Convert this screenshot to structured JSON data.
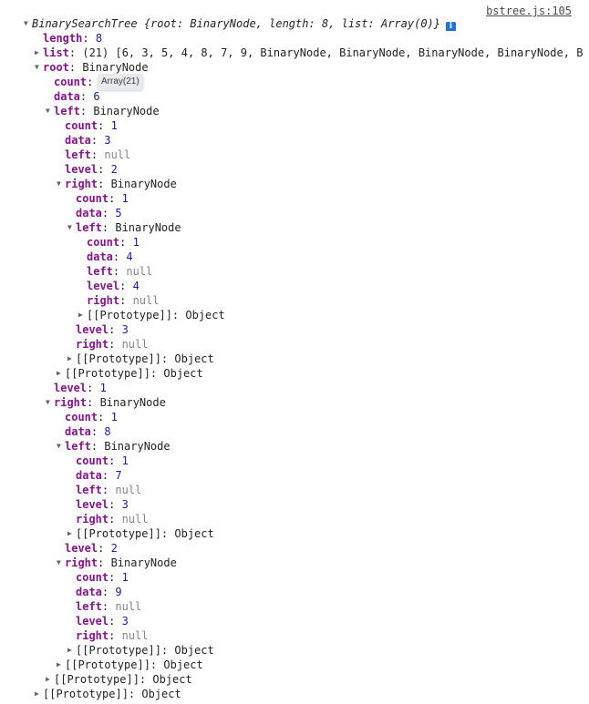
{
  "source": {
    "link_text": "bstree.js:105"
  },
  "tooltip": {
    "text": "Array(21)"
  },
  "icons": {
    "expanded": "triangle-down-icon",
    "collapsed": "triangle-right-icon",
    "info": "info-icon"
  },
  "rows": [
    {
      "depth": 0,
      "tri": "expanded",
      "name": "object-header",
      "parts": [
        {
          "t": "BinarySearchTree ",
          "c": "italic"
        },
        {
          "t": "{",
          "c": "italic"
        },
        {
          "t": "root",
          "c": "italic"
        },
        {
          "t": ": ",
          "c": "italic"
        },
        {
          "t": "BinaryNode",
          "c": "italic"
        },
        {
          "t": ", ",
          "c": "italic"
        },
        {
          "t": "length",
          "c": "italic"
        },
        {
          "t": ": ",
          "c": "italic"
        },
        {
          "t": "8",
          "c": "num italic"
        },
        {
          "t": ", ",
          "c": "italic"
        },
        {
          "t": "list",
          "c": "italic"
        },
        {
          "t": ": ",
          "c": "italic"
        },
        {
          "t": "Array(0)",
          "c": "italic"
        },
        {
          "t": "}",
          "c": "italic"
        }
      ],
      "info": true
    },
    {
      "depth": 1,
      "tri": "none",
      "name": "prop-length",
      "parts": [
        {
          "t": "length",
          "c": "key"
        },
        {
          "t": ": ",
          "c": "punct"
        },
        {
          "t": "8",
          "c": "num"
        }
      ]
    },
    {
      "depth": 1,
      "tri": "collapsed",
      "name": "prop-list",
      "parts": [
        {
          "t": "list",
          "c": "key"
        },
        {
          "t": ": ",
          "c": "punct"
        },
        {
          "t": "(21) [6, 3, 5, 4, 8, 7, 9, BinaryNode, BinaryNode, BinaryNode, BinaryNode, B",
          "c": "preview"
        }
      ]
    },
    {
      "depth": 1,
      "tri": "expanded",
      "name": "prop-root",
      "parts": [
        {
          "t": "root",
          "c": "key"
        },
        {
          "t": ": ",
          "c": "punct"
        },
        {
          "t": "BinaryNode",
          "c": "cls"
        }
      ]
    },
    {
      "depth": 2,
      "tri": "none",
      "name": "prop-count",
      "parts": [
        {
          "t": "count",
          "c": "key"
        },
        {
          "t": ": ",
          "c": "punct"
        },
        {
          "t": "2",
          "c": "num"
        }
      ]
    },
    {
      "depth": 2,
      "tri": "none",
      "name": "prop-data",
      "parts": [
        {
          "t": "data",
          "c": "key"
        },
        {
          "t": ": ",
          "c": "punct"
        },
        {
          "t": "6",
          "c": "num"
        }
      ]
    },
    {
      "depth": 2,
      "tri": "expanded",
      "name": "prop-left",
      "parts": [
        {
          "t": "left",
          "c": "key"
        },
        {
          "t": ": ",
          "c": "punct"
        },
        {
          "t": "BinaryNode",
          "c": "cls"
        }
      ]
    },
    {
      "depth": 3,
      "tri": "none",
      "name": "prop-count",
      "parts": [
        {
          "t": "count",
          "c": "key"
        },
        {
          "t": ": ",
          "c": "punct"
        },
        {
          "t": "1",
          "c": "num"
        }
      ]
    },
    {
      "depth": 3,
      "tri": "none",
      "name": "prop-data",
      "parts": [
        {
          "t": "data",
          "c": "key"
        },
        {
          "t": ": ",
          "c": "punct"
        },
        {
          "t": "3",
          "c": "num"
        }
      ]
    },
    {
      "depth": 3,
      "tri": "none",
      "name": "prop-left",
      "parts": [
        {
          "t": "left",
          "c": "key"
        },
        {
          "t": ": ",
          "c": "punct"
        },
        {
          "t": "null",
          "c": "null"
        }
      ]
    },
    {
      "depth": 3,
      "tri": "none",
      "name": "prop-level",
      "parts": [
        {
          "t": "level",
          "c": "key"
        },
        {
          "t": ": ",
          "c": "punct"
        },
        {
          "t": "2",
          "c": "num"
        }
      ]
    },
    {
      "depth": 3,
      "tri": "expanded",
      "name": "prop-right",
      "parts": [
        {
          "t": "right",
          "c": "key"
        },
        {
          "t": ": ",
          "c": "punct"
        },
        {
          "t": "BinaryNode",
          "c": "cls"
        }
      ]
    },
    {
      "depth": 4,
      "tri": "none",
      "name": "prop-count",
      "parts": [
        {
          "t": "count",
          "c": "key"
        },
        {
          "t": ": ",
          "c": "punct"
        },
        {
          "t": "1",
          "c": "num"
        }
      ]
    },
    {
      "depth": 4,
      "tri": "none",
      "name": "prop-data",
      "parts": [
        {
          "t": "data",
          "c": "key"
        },
        {
          "t": ": ",
          "c": "punct"
        },
        {
          "t": "5",
          "c": "num"
        }
      ]
    },
    {
      "depth": 4,
      "tri": "expanded",
      "name": "prop-left",
      "parts": [
        {
          "t": "left",
          "c": "key"
        },
        {
          "t": ": ",
          "c": "punct"
        },
        {
          "t": "BinaryNode",
          "c": "cls"
        }
      ]
    },
    {
      "depth": 5,
      "tri": "none",
      "name": "prop-count",
      "parts": [
        {
          "t": "count",
          "c": "key"
        },
        {
          "t": ": ",
          "c": "punct"
        },
        {
          "t": "1",
          "c": "num"
        }
      ]
    },
    {
      "depth": 5,
      "tri": "none",
      "name": "prop-data",
      "parts": [
        {
          "t": "data",
          "c": "key"
        },
        {
          "t": ": ",
          "c": "punct"
        },
        {
          "t": "4",
          "c": "num"
        }
      ]
    },
    {
      "depth": 5,
      "tri": "none",
      "name": "prop-left",
      "parts": [
        {
          "t": "left",
          "c": "key"
        },
        {
          "t": ": ",
          "c": "punct"
        },
        {
          "t": "null",
          "c": "null"
        }
      ]
    },
    {
      "depth": 5,
      "tri": "none",
      "name": "prop-level",
      "parts": [
        {
          "t": "level",
          "c": "key"
        },
        {
          "t": ": ",
          "c": "punct"
        },
        {
          "t": "4",
          "c": "num"
        }
      ]
    },
    {
      "depth": 5,
      "tri": "none",
      "name": "prop-right",
      "parts": [
        {
          "t": "right",
          "c": "key"
        },
        {
          "t": ": ",
          "c": "punct"
        },
        {
          "t": "null",
          "c": "null"
        }
      ]
    },
    {
      "depth": 5,
      "tri": "collapsed",
      "name": "prop-prototype",
      "parts": [
        {
          "t": "[[Prototype]]",
          "c": "key proto"
        },
        {
          "t": ": ",
          "c": "punct"
        },
        {
          "t": "Object",
          "c": "cls"
        }
      ]
    },
    {
      "depth": 4,
      "tri": "none",
      "name": "prop-level",
      "parts": [
        {
          "t": "level",
          "c": "key"
        },
        {
          "t": ": ",
          "c": "punct"
        },
        {
          "t": "3",
          "c": "num"
        }
      ]
    },
    {
      "depth": 4,
      "tri": "none",
      "name": "prop-right",
      "parts": [
        {
          "t": "right",
          "c": "key"
        },
        {
          "t": ": ",
          "c": "punct"
        },
        {
          "t": "null",
          "c": "null"
        }
      ]
    },
    {
      "depth": 4,
      "tri": "collapsed",
      "name": "prop-prototype",
      "parts": [
        {
          "t": "[[Prototype]]",
          "c": "key proto"
        },
        {
          "t": ": ",
          "c": "punct"
        },
        {
          "t": "Object",
          "c": "cls"
        }
      ]
    },
    {
      "depth": 3,
      "tri": "collapsed",
      "name": "prop-prototype",
      "parts": [
        {
          "t": "[[Prototype]]",
          "c": "key proto"
        },
        {
          "t": ": ",
          "c": "punct"
        },
        {
          "t": "Object",
          "c": "cls"
        }
      ]
    },
    {
      "depth": 2,
      "tri": "none",
      "name": "prop-level",
      "parts": [
        {
          "t": "level",
          "c": "key"
        },
        {
          "t": ": ",
          "c": "punct"
        },
        {
          "t": "1",
          "c": "num"
        }
      ]
    },
    {
      "depth": 2,
      "tri": "expanded",
      "name": "prop-right",
      "parts": [
        {
          "t": "right",
          "c": "key"
        },
        {
          "t": ": ",
          "c": "punct"
        },
        {
          "t": "BinaryNode",
          "c": "cls"
        }
      ]
    },
    {
      "depth": 3,
      "tri": "none",
      "name": "prop-count",
      "parts": [
        {
          "t": "count",
          "c": "key"
        },
        {
          "t": ": ",
          "c": "punct"
        },
        {
          "t": "1",
          "c": "num"
        }
      ]
    },
    {
      "depth": 3,
      "tri": "none",
      "name": "prop-data",
      "parts": [
        {
          "t": "data",
          "c": "key"
        },
        {
          "t": ": ",
          "c": "punct"
        },
        {
          "t": "8",
          "c": "num"
        }
      ]
    },
    {
      "depth": 3,
      "tri": "expanded",
      "name": "prop-left",
      "parts": [
        {
          "t": "left",
          "c": "key"
        },
        {
          "t": ": ",
          "c": "punct"
        },
        {
          "t": "BinaryNode",
          "c": "cls"
        }
      ]
    },
    {
      "depth": 4,
      "tri": "none",
      "name": "prop-count",
      "parts": [
        {
          "t": "count",
          "c": "key"
        },
        {
          "t": ": ",
          "c": "punct"
        },
        {
          "t": "1",
          "c": "num"
        }
      ]
    },
    {
      "depth": 4,
      "tri": "none",
      "name": "prop-data",
      "parts": [
        {
          "t": "data",
          "c": "key"
        },
        {
          "t": ": ",
          "c": "punct"
        },
        {
          "t": "7",
          "c": "num"
        }
      ]
    },
    {
      "depth": 4,
      "tri": "none",
      "name": "prop-left",
      "parts": [
        {
          "t": "left",
          "c": "key"
        },
        {
          "t": ": ",
          "c": "punct"
        },
        {
          "t": "null",
          "c": "null"
        }
      ]
    },
    {
      "depth": 4,
      "tri": "none",
      "name": "prop-level",
      "parts": [
        {
          "t": "level",
          "c": "key"
        },
        {
          "t": ": ",
          "c": "punct"
        },
        {
          "t": "3",
          "c": "num"
        }
      ]
    },
    {
      "depth": 4,
      "tri": "none",
      "name": "prop-right",
      "parts": [
        {
          "t": "right",
          "c": "key"
        },
        {
          "t": ": ",
          "c": "punct"
        },
        {
          "t": "null",
          "c": "null"
        }
      ]
    },
    {
      "depth": 4,
      "tri": "collapsed",
      "name": "prop-prototype",
      "parts": [
        {
          "t": "[[Prototype]]",
          "c": "key proto"
        },
        {
          "t": ": ",
          "c": "punct"
        },
        {
          "t": "Object",
          "c": "cls"
        }
      ]
    },
    {
      "depth": 3,
      "tri": "none",
      "name": "prop-level",
      "parts": [
        {
          "t": "level",
          "c": "key"
        },
        {
          "t": ": ",
          "c": "punct"
        },
        {
          "t": "2",
          "c": "num"
        }
      ]
    },
    {
      "depth": 3,
      "tri": "expanded",
      "name": "prop-right",
      "parts": [
        {
          "t": "right",
          "c": "key"
        },
        {
          "t": ": ",
          "c": "punct"
        },
        {
          "t": "BinaryNode",
          "c": "cls"
        }
      ]
    },
    {
      "depth": 4,
      "tri": "none",
      "name": "prop-count",
      "parts": [
        {
          "t": "count",
          "c": "key"
        },
        {
          "t": ": ",
          "c": "punct"
        },
        {
          "t": "1",
          "c": "num"
        }
      ]
    },
    {
      "depth": 4,
      "tri": "none",
      "name": "prop-data",
      "parts": [
        {
          "t": "data",
          "c": "key"
        },
        {
          "t": ": ",
          "c": "punct"
        },
        {
          "t": "9",
          "c": "num"
        }
      ]
    },
    {
      "depth": 4,
      "tri": "none",
      "name": "prop-left",
      "parts": [
        {
          "t": "left",
          "c": "key"
        },
        {
          "t": ": ",
          "c": "punct"
        },
        {
          "t": "null",
          "c": "null"
        }
      ]
    },
    {
      "depth": 4,
      "tri": "none",
      "name": "prop-level",
      "parts": [
        {
          "t": "level",
          "c": "key"
        },
        {
          "t": ": ",
          "c": "punct"
        },
        {
          "t": "3",
          "c": "num"
        }
      ]
    },
    {
      "depth": 4,
      "tri": "none",
      "name": "prop-right",
      "parts": [
        {
          "t": "right",
          "c": "key"
        },
        {
          "t": ": ",
          "c": "punct"
        },
        {
          "t": "null",
          "c": "null"
        }
      ]
    },
    {
      "depth": 4,
      "tri": "collapsed",
      "name": "prop-prototype",
      "parts": [
        {
          "t": "[[Prototype]]",
          "c": "key proto"
        },
        {
          "t": ": ",
          "c": "punct"
        },
        {
          "t": "Object",
          "c": "cls"
        }
      ]
    },
    {
      "depth": 3,
      "tri": "collapsed",
      "name": "prop-prototype",
      "parts": [
        {
          "t": "[[Prototype]]",
          "c": "key proto"
        },
        {
          "t": ": ",
          "c": "punct"
        },
        {
          "t": "Object",
          "c": "cls"
        }
      ]
    },
    {
      "depth": 2,
      "tri": "collapsed",
      "name": "prop-prototype",
      "parts": [
        {
          "t": "[[Prototype]]",
          "c": "key proto"
        },
        {
          "t": ": ",
          "c": "punct"
        },
        {
          "t": "Object",
          "c": "cls"
        }
      ]
    },
    {
      "depth": 1,
      "tri": "collapsed",
      "name": "prop-prototype",
      "parts": [
        {
          "t": "[[Prototype]]",
          "c": "key proto"
        },
        {
          "t": ": ",
          "c": "punct"
        },
        {
          "t": "Object",
          "c": "cls"
        }
      ]
    }
  ]
}
